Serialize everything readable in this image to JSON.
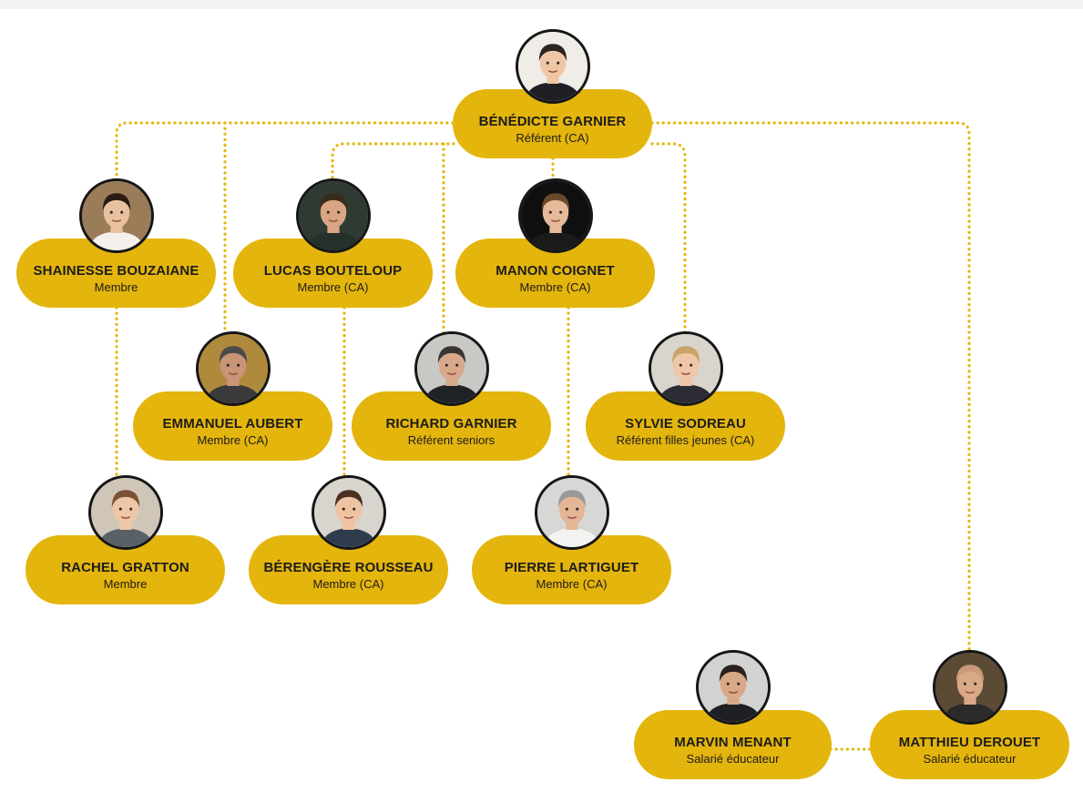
{
  "members": [
    {
      "id": "benedicte",
      "name": "BÉNÉDICTE GARNIER",
      "role": "Référent (CA)",
      "bg": "#f0ede8",
      "skin": "#f0c7a6",
      "hair": "#2b2320",
      "shirt": "#1d1f24"
    },
    {
      "id": "shainesse",
      "name": "SHAINESSE BOUZAIANE",
      "role": "Membre",
      "bg": "#9a7d58",
      "skin": "#e8c2a0",
      "hair": "#2a1c14",
      "shirt": "#f4f1ec"
    },
    {
      "id": "lucas",
      "name": "LUCAS BOUTELOUP",
      "role": "Membre (CA)",
      "bg": "#2f3a33",
      "skin": "#d9a584",
      "hair": "#3a2a1e",
      "shirt": "#26302a"
    },
    {
      "id": "manon",
      "name": "MANON COIGNET",
      "role": "Membre (CA)",
      "bg": "#0f0f0f",
      "skin": "#e6b99b",
      "hair": "#6b4a2c",
      "shirt": "#1a1a1a"
    },
    {
      "id": "emmanuel",
      "name": "EMMANUEL AUBERT",
      "role": "Membre (CA)",
      "bg": "#b08a3c",
      "skin": "#c99477",
      "hair": "#4a4a4a",
      "shirt": "#3a3a3a"
    },
    {
      "id": "richard",
      "name": "RICHARD GARNIER",
      "role": "Référent seniors",
      "bg": "#c8c8c4",
      "skin": "#d7a98a",
      "hair": "#3a3533",
      "shirt": "#1f2226"
    },
    {
      "id": "sylvie",
      "name": "SYLVIE SODREAU",
      "role": "Référent filles jeunes (CA)",
      "bg": "#d9d4cc",
      "skin": "#f0c6a8",
      "hair": "#c9a36a",
      "shirt": "#2c2c34"
    },
    {
      "id": "rachel",
      "name": "RACHEL GRATTON",
      "role": "Membre",
      "bg": "#cfc6b8",
      "skin": "#eec7a6",
      "hair": "#7a5233",
      "shirt": "#5a6068"
    },
    {
      "id": "berengere",
      "name": "BÉRENGÈRE ROUSSEAU",
      "role": "Membre (CA)",
      "bg": "#d8d4ce",
      "skin": "#efc3a2",
      "hair": "#4a3020",
      "shirt": "#2f3c4e"
    },
    {
      "id": "pierre",
      "name": "PIERRE LARTIGUET",
      "role": "Membre (CA)",
      "bg": "#d7d7d5",
      "skin": "#e4b696",
      "hair": "#9a9a98",
      "shirt": "#f2f2f0"
    },
    {
      "id": "marvin",
      "name": "MARVIN MENANT",
      "role": "Salarié éducateur",
      "bg": "#d2d2d0",
      "skin": "#d9a886",
      "hair": "#2a211c",
      "shirt": "#1e2024"
    },
    {
      "id": "matthieu",
      "name": "MATTHIEU DEROUET",
      "role": "Salarié éducateur",
      "bg": "#5b4a34",
      "skin": "#d9a887",
      "hair": "#c99a7a",
      "shirt": "#2a2a2a"
    }
  ],
  "colors": {
    "pill": "#e4b50c",
    "connector": "#e3b70d",
    "avatar_border": "#161616"
  }
}
